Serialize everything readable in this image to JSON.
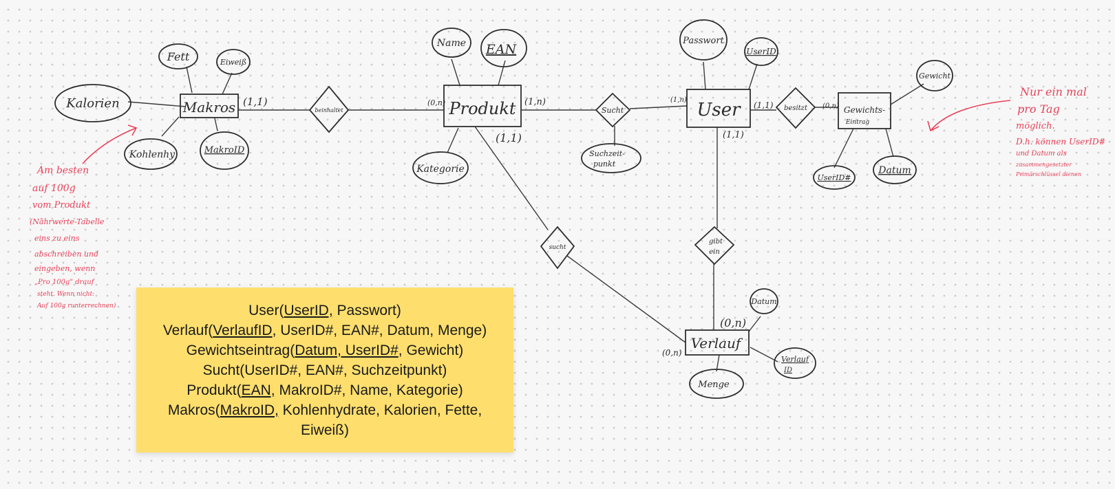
{
  "entities": {
    "makros": "Makros",
    "produkt": "Produkt",
    "user": "User",
    "gewichtseintrag_1": "Gewichts-",
    "gewichtseintrag_2": "Eintrag",
    "verlauf": "Verlauf"
  },
  "relationships": {
    "beinhaltet": "beinhaltet",
    "sucht_top": "Sucht",
    "besitzt": "besitzt",
    "sucht_diag": "sucht",
    "gibt_ein_1": "gibt",
    "gibt_ein_2": "ein"
  },
  "attributes": {
    "fett": "Fett",
    "eiweiss": "Eiweiß",
    "kalorien": "Kalorien",
    "kohlenhydrate": "Kohlenhy",
    "makroid": "MakroID",
    "name": "Name",
    "ean": "EAN",
    "kategorie": "Kategorie",
    "passwort": "Passwort",
    "userid": "UserID",
    "suchzeitpunkt_1": "Suchzeit-",
    "suchzeitpunkt_2": "punkt",
    "gewicht": "Gewicht",
    "userid_fk": "UserID#",
    "datum": "Datum",
    "datum_verlauf": "Datum",
    "verlaufid_1": "Verlauf",
    "verlaufid_2": "ID",
    "menge": "Menge"
  },
  "cardinalities": {
    "makros_beinhaltet": "(1,1)",
    "produkt_beinhaltet": "(0,n)",
    "produkt_sucht": "(1,n)",
    "user_sucht": "(1,n)",
    "user_besitzt": "(1,1)",
    "gewicht_besitzt": "(0,n)",
    "produkt_sucht_diag": "(1,1)",
    "user_gibt": "(1,1)",
    "verlauf_gibt": "(0,n)",
    "verlauf_sucht": "(0,n)"
  },
  "annotations": {
    "left": [
      "Am besten",
      "auf 100g",
      "vom Produkt",
      "(Nährwerte-Tabelle",
      "eins zu eins",
      "abschreiben und",
      "eingeben, wenn",
      "„Pro 100g\" drauf",
      "steht. Wenn nicht:",
      "Auf 100g runterrechnen)"
    ],
    "right": [
      "Nur ein mal",
      "pro Tag",
      "möglich.",
      "D.h. können UserID#",
      "und Datum als",
      "zusammengesetzter",
      "Primärschlüssel dienen"
    ]
  },
  "schema": {
    "user": {
      "name": "User(",
      "key": "UserID,",
      "rest": " Passwort)"
    },
    "verlauf": {
      "name": "Verlauf(",
      "key": "VerlaufID",
      "rest": ", UserID#, EAN#, Datum, Menge)"
    },
    "gewichtseintrag": {
      "name": "Gewichtseintrag(",
      "key": "Datum, UserID#",
      "rest": ", Gewicht)"
    },
    "sucht": {
      "text": "Sucht(UserID#, EAN#, Suchzeitpunkt)"
    },
    "produkt": {
      "name": "Produkt(",
      "key": "EAN,",
      "rest": " MakroID#, Name, Kategorie)"
    },
    "makros": {
      "name": "Makros(",
      "key": "MakroID,",
      "rest": " Kohlenhydrate, Kalorien, Fette,",
      "rest2": "Eiweiß)"
    }
  },
  "colors": {
    "ink": "#2d2d2d",
    "annotation": "#e8425a",
    "note": "#fedf6e"
  }
}
